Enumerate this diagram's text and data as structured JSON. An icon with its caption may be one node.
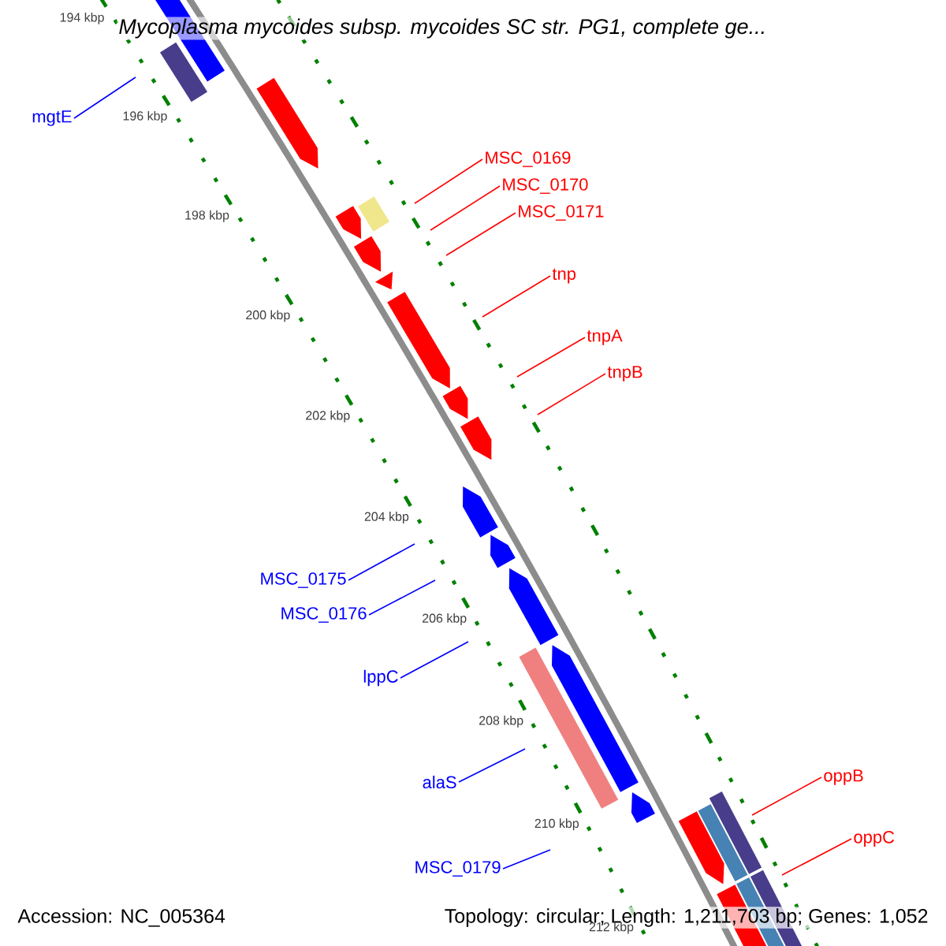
{
  "diagram": {
    "title": "Mycoplasma mycoides subsp. mycoides SC str. PG1, complete ge...",
    "nodes": [
      {
        "text": [
          "mgtE"
        ]
      },
      {
        "text": [
          "MSC_0169"
        ]
      },
      {
        "text": [
          "MSC_0170"
        ]
      },
      {
        "text": [
          "MSC_0171"
        ]
      },
      {
        "text": [
          "tnp"
        ]
      },
      {
        "text": [
          "tnpA"
        ]
      },
      {
        "text": [
          "tnpB"
        ]
      },
      {
        "text": [
          "MSC_0175"
        ]
      },
      {
        "text": [
          "MSC_0176"
        ]
      },
      {
        "text": [
          "lppC"
        ]
      },
      {
        "text": [
          "alaS"
        ]
      },
      {
        "text": [
          "oppB"
        ]
      },
      {
        "text": [
          "oppC"
        ]
      },
      {
        "text": [
          "MSC_0179"
        ]
      }
    ],
    "edges": [
      {
        "from": 0,
        "to": null,
        "arrow": "none",
        "color": "#0000ff"
      },
      {
        "from": 1,
        "to": null,
        "arrow": "none",
        "color": "#ff0000"
      },
      {
        "from": 2,
        "to": null,
        "arrow": "none",
        "color": "#ff0000"
      },
      {
        "from": 3,
        "to": null,
        "arrow": "none",
        "color": "#ff0000"
      },
      {
        "from": 4,
        "to": null,
        "arrow": "none",
        "color": "#ff0000"
      },
      {
        "from": 5,
        "to": null,
        "arrow": "none",
        "color": "#ff0000"
      },
      {
        "from": 6,
        "to": null,
        "arrow": "none",
        "color": "#ff0000"
      },
      {
        "from": 7,
        "to": null,
        "arrow": "none",
        "color": "#0000ff"
      },
      {
        "from": 8,
        "to": null,
        "arrow": "none",
        "color": "#0000ff"
      },
      {
        "from": 9,
        "to": null,
        "arrow": "none",
        "color": "#0000ff"
      },
      {
        "from": 10,
        "to": null,
        "arrow": "none",
        "color": "#0000ff"
      },
      {
        "from": 11,
        "to": null,
        "arrow": "none",
        "color": "#ff0000"
      },
      {
        "from": 12,
        "to": null,
        "arrow": "none",
        "color": "#ff0000"
      },
      {
        "from": 13,
        "to": null,
        "arrow": "none",
        "color": "#0000ff"
      }
    ],
    "labels": [
      "194 kbp",
      "196 kbp",
      "198 kbp",
      "200 kbp",
      "202 kbp",
      "204 kbp",
      "206 kbp",
      "208 kbp",
      "210 kbp",
      "Accession: NC_005364",
      "Topology: circular; Length: 1,211,703 bp; Genes: 1,052",
      "212 kbp"
    ]
  }
}
